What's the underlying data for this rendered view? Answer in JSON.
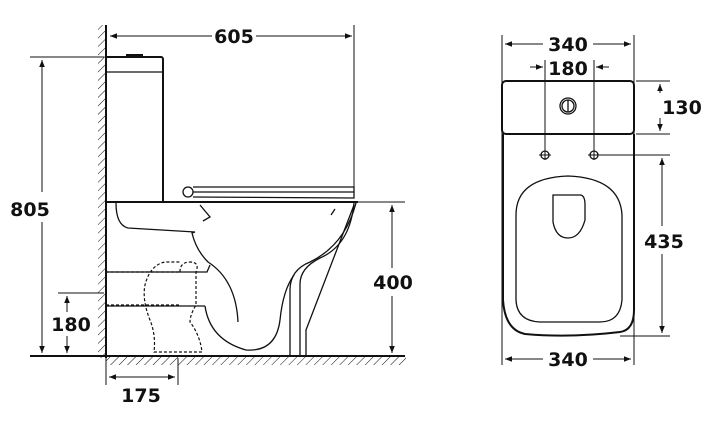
{
  "side_view": {
    "overall_depth": "605",
    "overall_height": "805",
    "seat_height": "400",
    "outlet_height": "180",
    "outlet_distance": "175"
  },
  "top_view": {
    "tank_width": "340",
    "fixing_spacing": "180",
    "tank_depth": "130",
    "bowl_length": "435",
    "bowl_width": "340"
  },
  "colors": {
    "line": "#111111",
    "background": "#ffffff"
  }
}
